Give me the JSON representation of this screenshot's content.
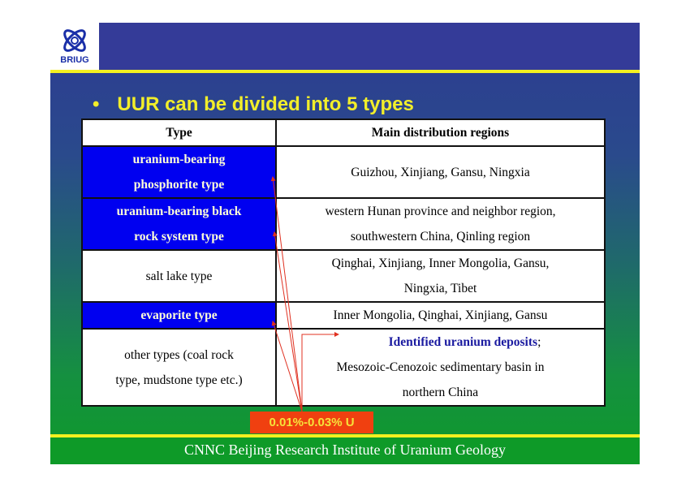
{
  "logo": {
    "text": "BRIUG"
  },
  "title": {
    "bullet": "•",
    "text": "UUR can be divided into 5 types"
  },
  "table": {
    "headers": [
      "Type",
      "Main distribution regions"
    ],
    "rows": [
      {
        "type_l1": "uranium-bearing",
        "type_l2": "phosphorite type",
        "regions_l1": "Guizhou, Xinjiang, Gansu, Ningxia",
        "highlight": true
      },
      {
        "type_l1": "uranium-bearing black",
        "type_l2": "rock system type",
        "regions_l1": "western Hunan province and neighbor region,",
        "regions_l2": "southwestern China, Qinling region",
        "highlight": true
      },
      {
        "type_l1": "salt lake type",
        "regions_l1": "Qinghai, Xinjiang, Inner Mongolia, Gansu,",
        "regions_l2": "Ningxia, Tibet",
        "highlight": false
      },
      {
        "type_l1": "evaporite type",
        "regions_l1": "Inner Mongolia, Qinghai, Xinjiang, Gansu",
        "highlight": true
      },
      {
        "type_l1": "other types (coal rock",
        "type_l2": "type, mudstone type etc.)",
        "regions_hl": "Identified uranium deposits",
        "regions_sep": ";",
        "regions_l2": "Mesozoic-Cenozoic sedimentary basin in",
        "regions_l3": "northern China",
        "highlight": false
      }
    ]
  },
  "badge": {
    "text": "0.01%-0.03% U"
  },
  "footer": {
    "text": "CNNC Beijing Research Institute of Uranium Geology"
  },
  "colors": {
    "blue_cell": "#0000f0",
    "title": "#f2ee2a",
    "badge": "#f04010",
    "arrow": "#e03020"
  }
}
